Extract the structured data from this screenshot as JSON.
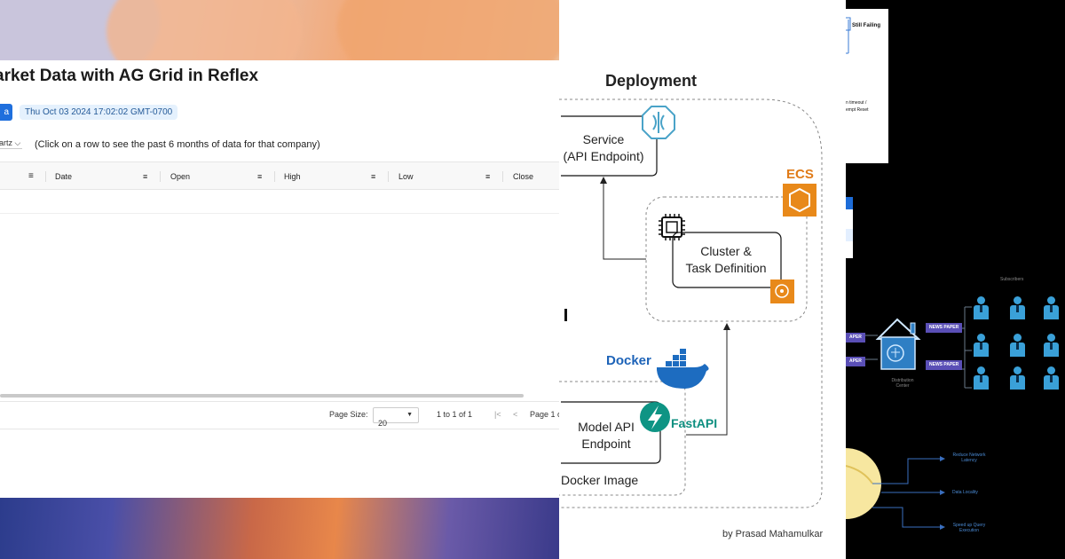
{
  "left_panel": {
    "title": "arket Data with AG Grid in Reflex",
    "button_label": "a",
    "timestamp": "Thu Oct 03 2024 17:02:02 GMT-0700",
    "select_value": "uartz",
    "hint": "(Click on a row to see the past 6 months of data for that company)",
    "columns": [
      "Date",
      "Open",
      "High",
      "Low",
      "Close"
    ],
    "page_size_label": "Page Size:",
    "page_size_value": "20",
    "row_count": "1 to 1 of 1",
    "page_label": "Page 1 o"
  },
  "middle_panel": {
    "title": "Deployment",
    "service_line1": "Service",
    "service_line2": "(API Endpoint)",
    "ecs_label": "ECS",
    "cluster_line1": "Cluster &",
    "cluster_line2": "Task Definition",
    "docker_label": "Docker",
    "fastapi_label": "FastAPI",
    "model_line1": "Model API",
    "model_line2": "Endpoint",
    "docker_image": "Docker Image",
    "author": "by Prasad Mahamulkar",
    "colors": {
      "ecs": "#e07b18",
      "docker": "#1d63b8",
      "fastapi": "#0e8f80"
    }
  },
  "right_panel": {
    "still_failing": "Still Failing",
    "timeout_line1": "n timeout /",
    "timeout_line2": "empt Reset",
    "news_tags": [
      "NEWS PAPER",
      "NEWS PAPER"
    ],
    "aper_tags": [
      "APER",
      "APER"
    ],
    "subscribers_label": "Subscribers",
    "distribution_label": "Distribution Center",
    "list_items": [
      "Reduce Network Latency",
      "Data Locality",
      "Speed up Query Execution"
    ]
  }
}
